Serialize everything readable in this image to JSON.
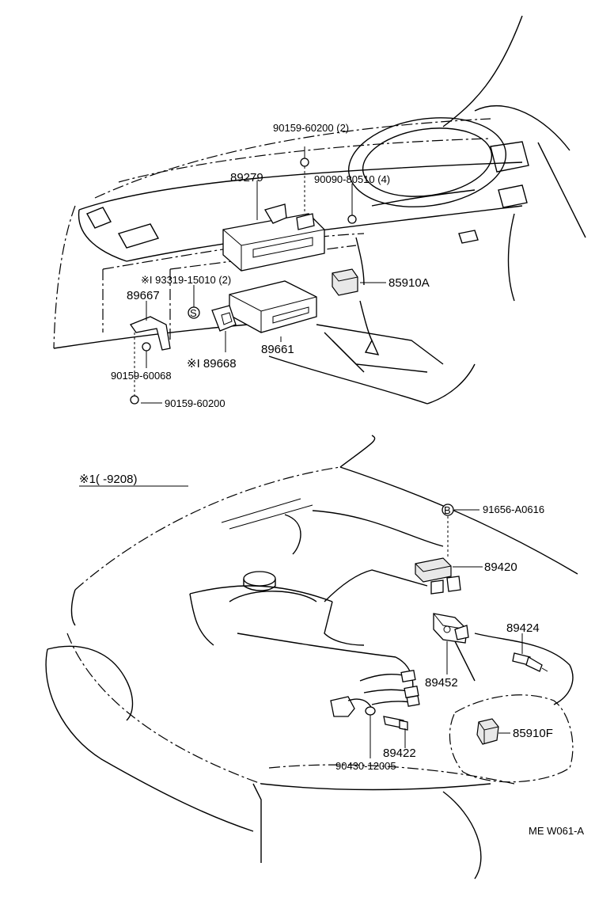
{
  "labels": {
    "p90159_60200_2": "90159-60200 (2)",
    "p89279": "89279",
    "p90090_80510_4": "90090-80510 (4)",
    "p93319_15010_2": "※I 93319-15010 (2)",
    "p85910A": "85910A",
    "p89667": "89667",
    "s_mark": "S",
    "p89661": "89661",
    "p90159_60068": "90159-60068",
    "p89668": "※I 89668",
    "p90159_60200": "90159-60200",
    "note_header": "※1(       -9208)",
    "b_mark": "B",
    "p91656_A0616": "91656-A0616",
    "p89420": "89420",
    "p89424": "89424",
    "p89452": "89452",
    "p89422": "89422",
    "p90430_12005": "90430-12005",
    "p85910F": "85910F",
    "figure_code": "ME W061-A"
  }
}
